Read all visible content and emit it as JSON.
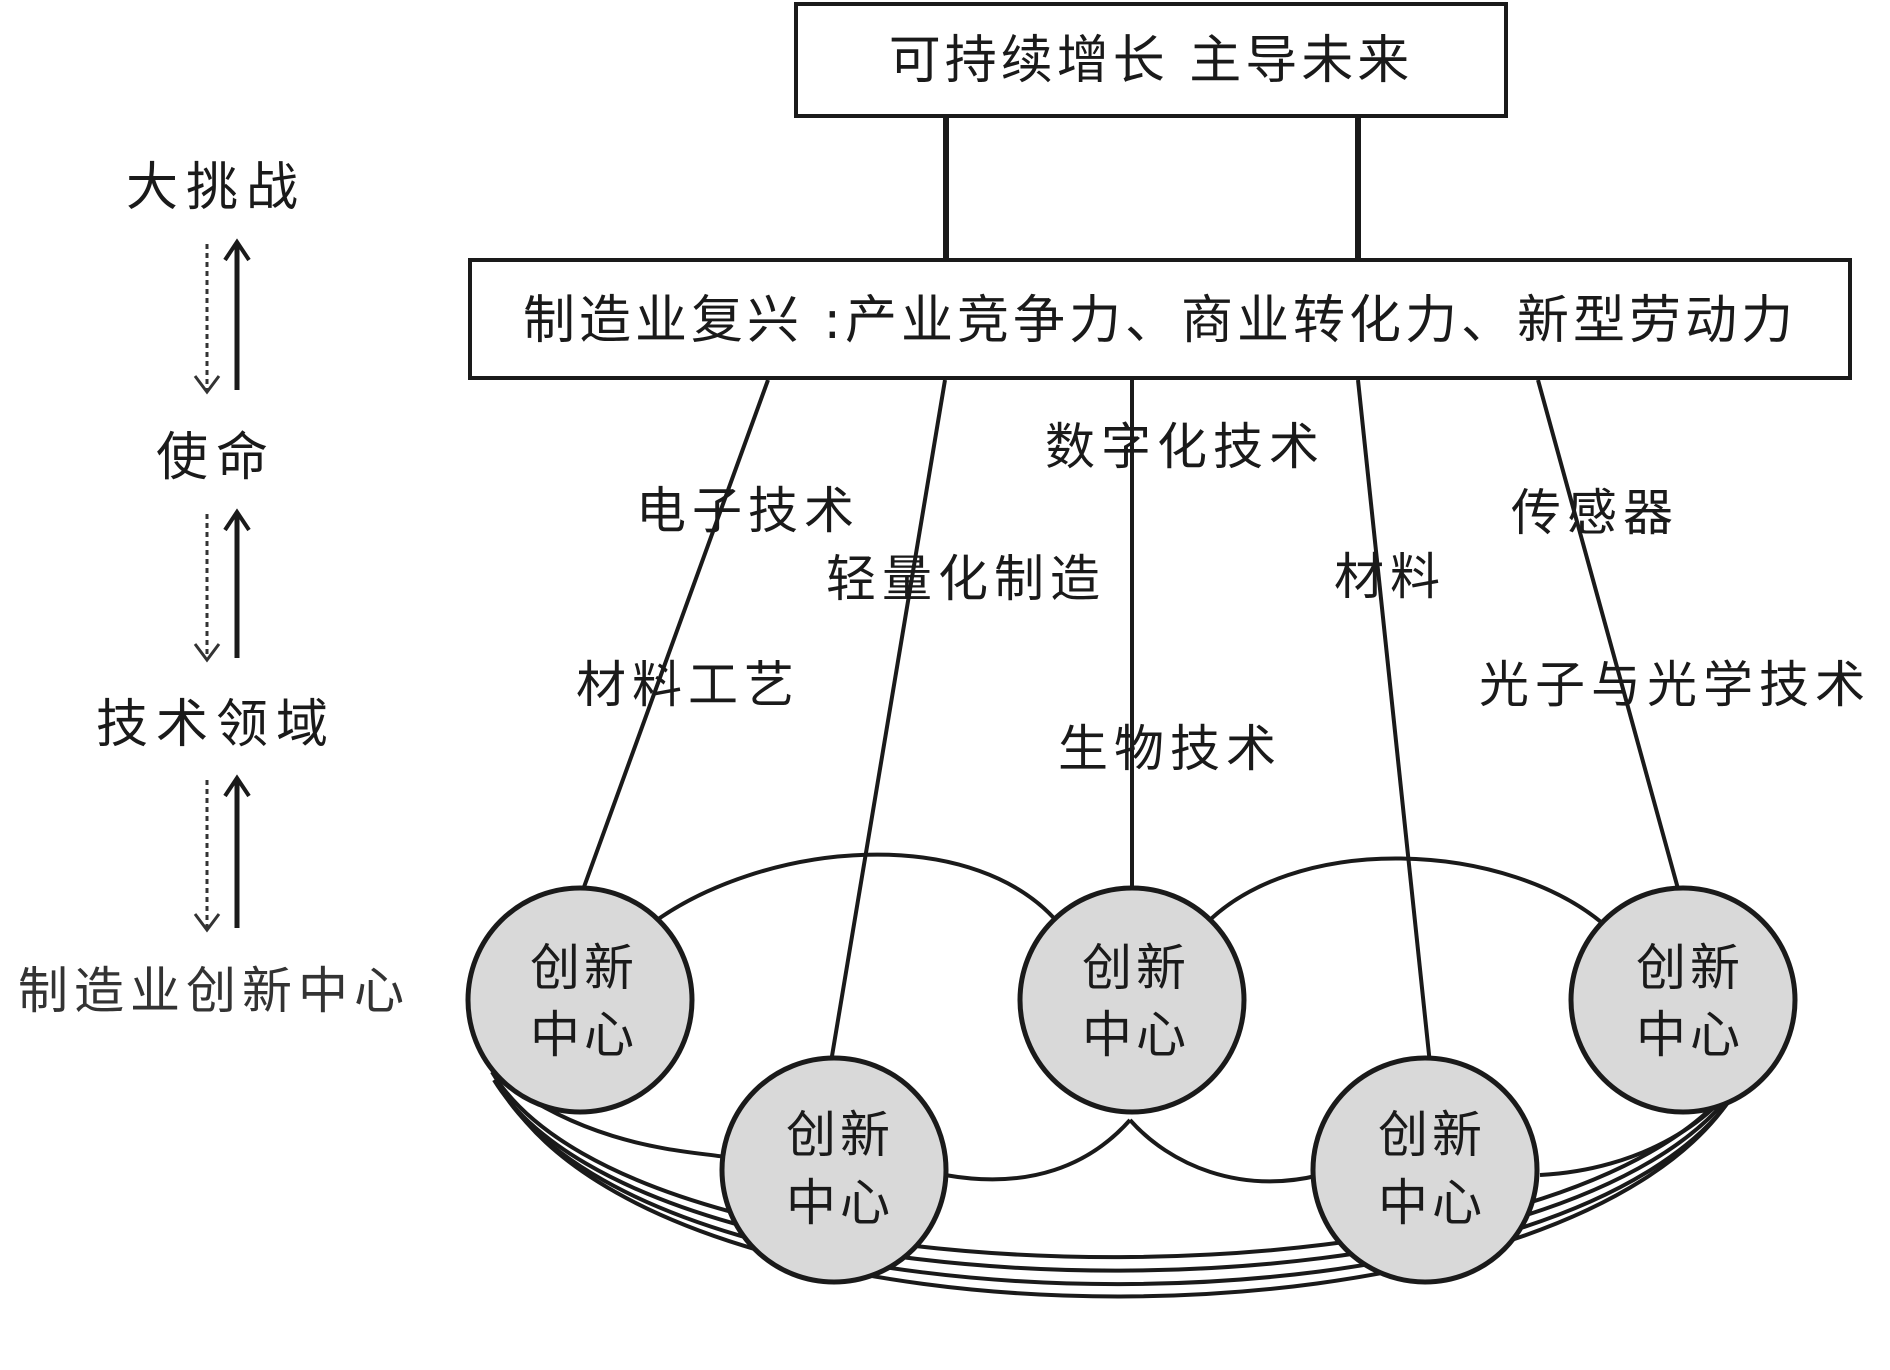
{
  "goal": "可持续增长 主导未来",
  "mission_box": "制造业复兴 :产业竞争力、商业转化力、新型劳动力",
  "levels": [
    "大挑战",
    "使命",
    "技术领域",
    "制造业创新中心"
  ],
  "tech_areas": [
    "电子技术",
    "轻量化制造",
    "数字化技术",
    "材料",
    "传感器",
    "材料工艺",
    "生物技术",
    "光子与光学技术"
  ],
  "node_line1": "创新",
  "node_line2": "中心",
  "colors": {
    "node_fill": "#d9d9d9",
    "stroke": "#1a1a1a"
  }
}
